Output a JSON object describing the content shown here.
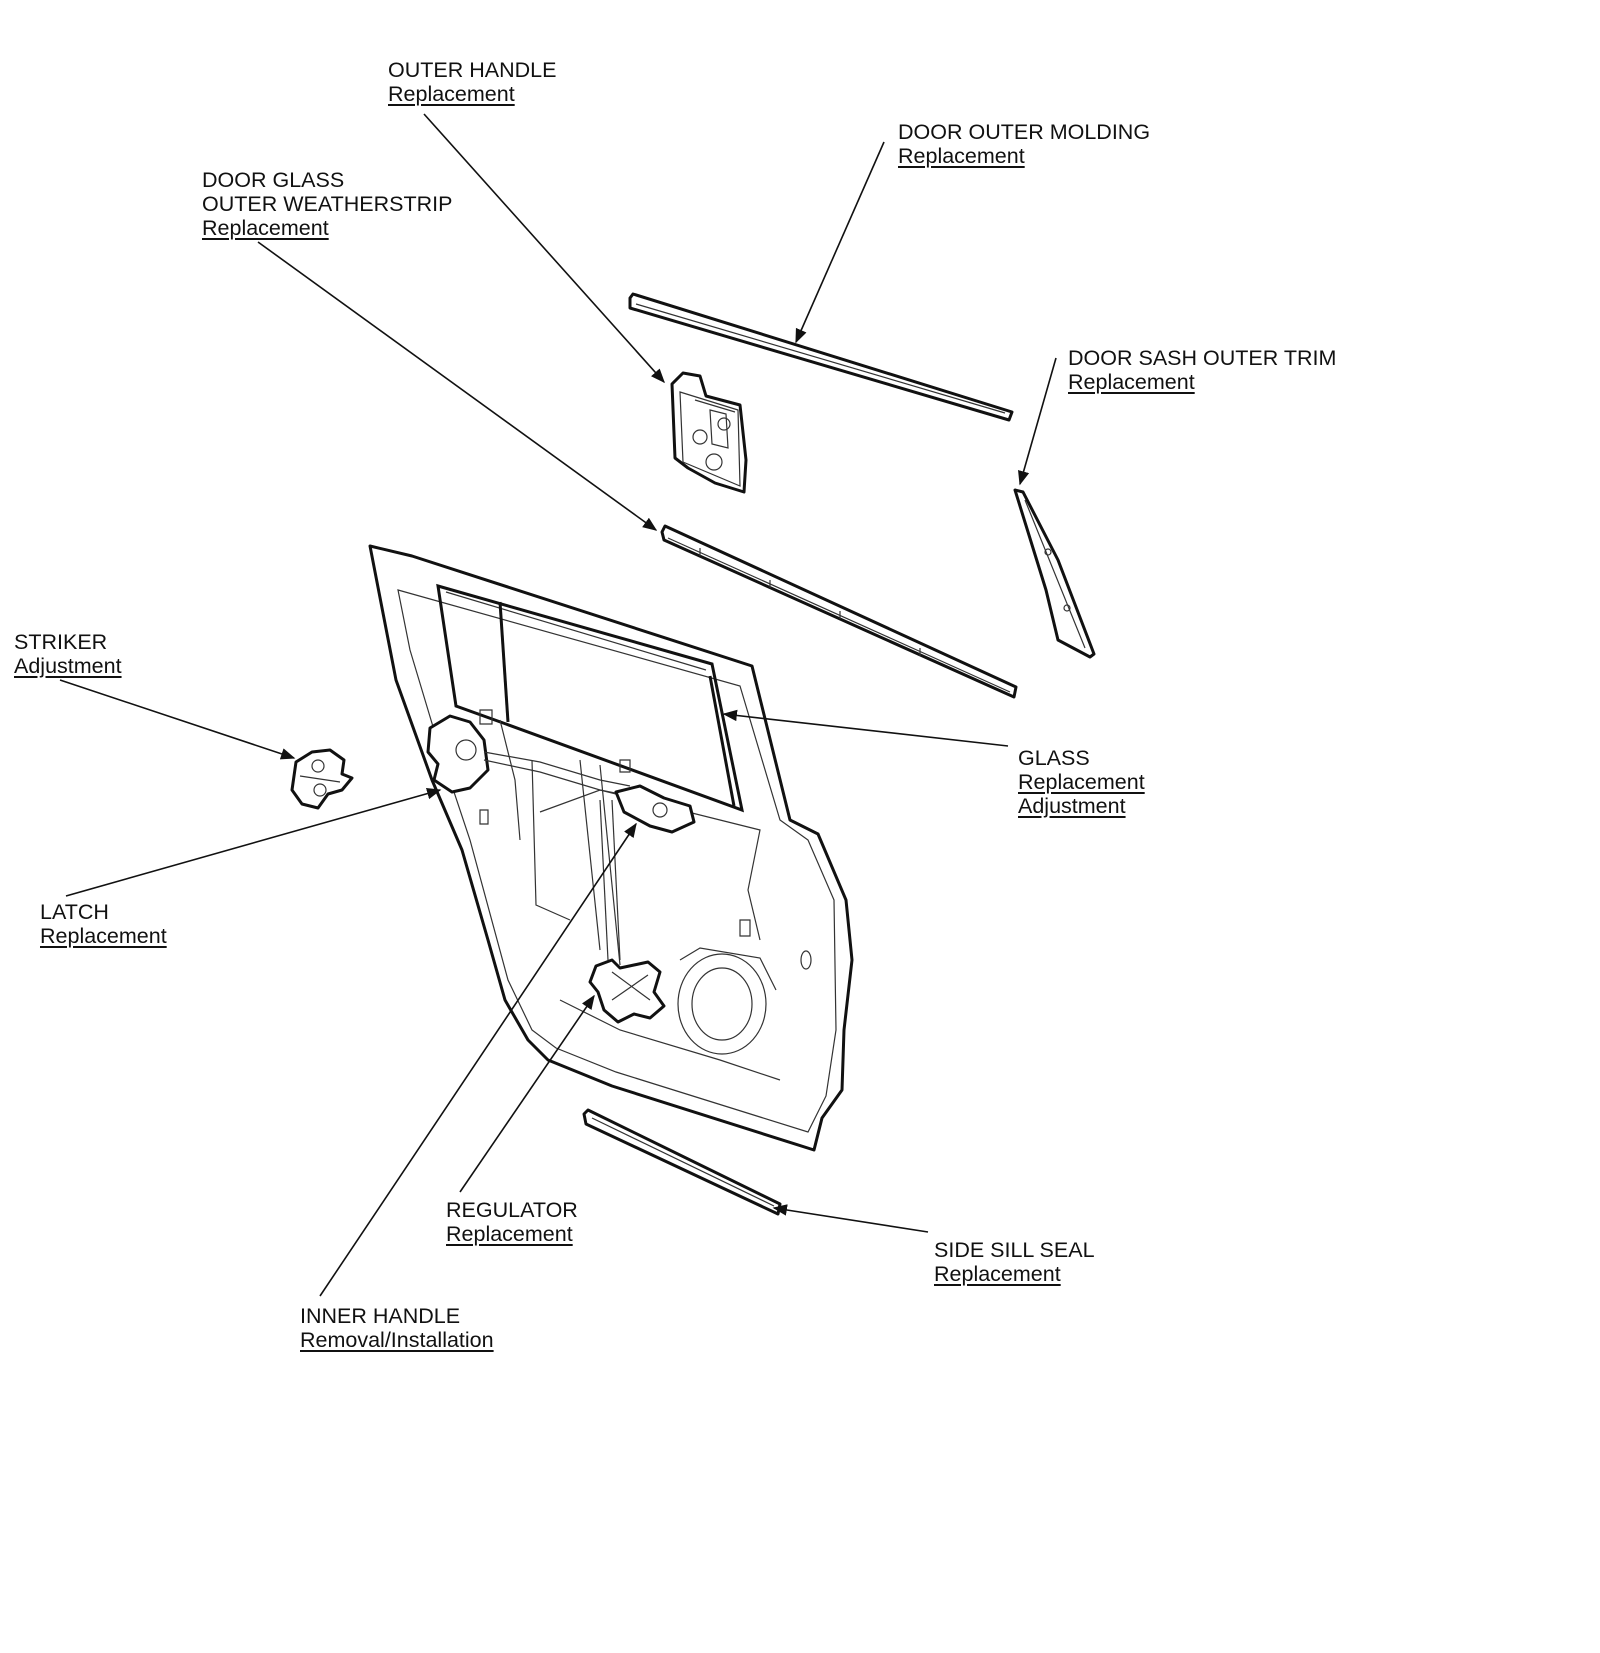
{
  "callouts": {
    "outer_handle": {
      "title": [
        "OUTER HANDLE"
      ],
      "links": [
        "Replacement"
      ]
    },
    "door_outer_molding": {
      "title": [
        "DOOR OUTER MOLDING"
      ],
      "links": [
        "Replacement"
      ]
    },
    "outer_weatherstrip": {
      "title": [
        "DOOR GLASS",
        "OUTER WEATHERSTRIP"
      ],
      "links": [
        "Replacement"
      ]
    },
    "door_sash_outer_trim": {
      "title": [
        "DOOR SASH OUTER TRIM"
      ],
      "links": [
        "Replacement"
      ]
    },
    "striker": {
      "title": [
        "STRIKER"
      ],
      "links": [
        "Adjustment"
      ]
    },
    "glass": {
      "title": [
        "GLASS"
      ],
      "links": [
        "Replacement",
        "Adjustment"
      ]
    },
    "latch": {
      "title": [
        "LATCH"
      ],
      "links": [
        "Replacement"
      ]
    },
    "regulator": {
      "title": [
        "REGULATOR"
      ],
      "links": [
        "Replacement"
      ]
    },
    "side_sill_seal": {
      "title": [
        "SIDE SILL SEAL"
      ],
      "links": [
        "Replacement"
      ]
    },
    "inner_handle": {
      "title": [
        "INNER HANDLE"
      ],
      "links": [
        "Removal/Installation"
      ]
    }
  }
}
